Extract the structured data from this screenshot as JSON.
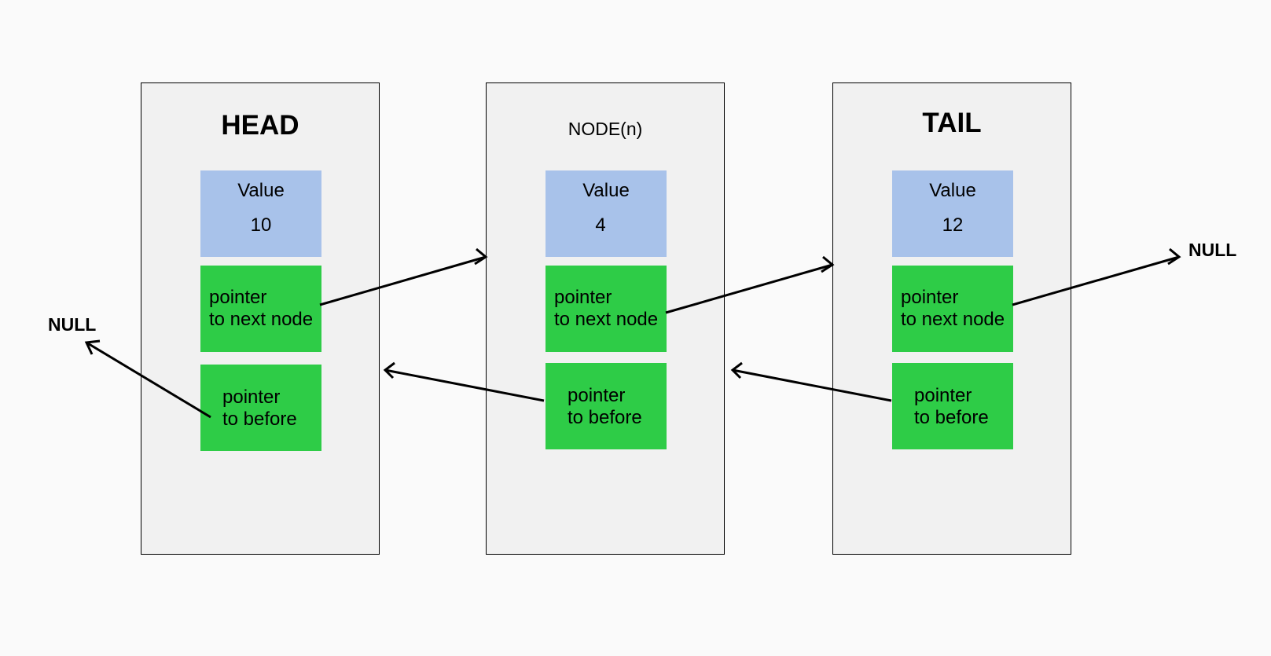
{
  "nodes": {
    "head": {
      "title": "HEAD",
      "value_label": "Value",
      "value": "10",
      "next_line1": "pointer",
      "next_line2": "to next node",
      "before_line1": "pointer",
      "before_line2": "to before"
    },
    "middle": {
      "title": "NODE(n)",
      "value_label": "Value",
      "value": "4",
      "next_line1": "pointer",
      "next_line2": "to next node",
      "before_line1": "pointer",
      "before_line2": "to before"
    },
    "tail": {
      "title": "TAIL",
      "value_label": "Value",
      "value": "12",
      "next_line1": "pointer",
      "next_line2": "to next node",
      "before_line1": "pointer",
      "before_line2": "to before"
    }
  },
  "null_left": "NULL",
  "null_right": "NULL",
  "colors": {
    "background": "#fafafa",
    "node_fill": "#f1f1f1",
    "value_fill": "#a8c2ea",
    "pointer_fill": "#2ecc47",
    "stroke": "#000000"
  }
}
